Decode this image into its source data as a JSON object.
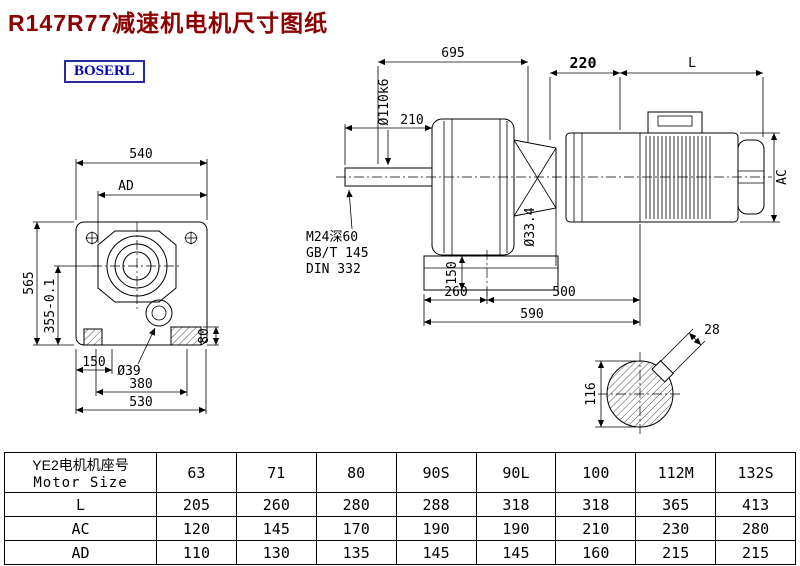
{
  "title": "R147R77减速机电机尺寸图纸",
  "logo": "BOSERL",
  "front_view": {
    "dim_top_width": "540",
    "dim_ad": "AD",
    "dim_height": "565",
    "dim_center_height": "355-0.1",
    "dim_pad": "80",
    "dim_foot": "150",
    "dim_hole": "Ø39",
    "dim_bolt_span": "380",
    "dim_base_width": "530"
  },
  "side_view": {
    "dim_total": "695",
    "dim_brake": "220",
    "dim_l": "L",
    "dim_shaft_dia": "Ø110k6",
    "dim_shaft_len": "210",
    "note_line1": "M24深60",
    "note_line2": "GB/T 145",
    "note_line3": "DIN 332",
    "dim_flange": "Ø33.4",
    "dim_foot_height": "150",
    "dim_foot_front": "260",
    "dim_foot_back": "500",
    "dim_foot_total": "590",
    "dim_ac": "AC"
  },
  "shaft_section": {
    "dim_key_width": "28",
    "dim_shaft": "116"
  },
  "table": {
    "header_line1": "YE2电机机座号",
    "header_line2": "Motor Size",
    "sizes": [
      "63",
      "71",
      "80",
      "90S",
      "90L",
      "100",
      "112M",
      "132S"
    ],
    "rows": [
      {
        "label": "L",
        "values": [
          "205",
          "260",
          "280",
          "288",
          "318",
          "318",
          "365",
          "413"
        ]
      },
      {
        "label": "AC",
        "values": [
          "120",
          "145",
          "170",
          "190",
          "190",
          "210",
          "230",
          "280"
        ]
      },
      {
        "label": "AD",
        "values": [
          "110",
          "130",
          "135",
          "145",
          "145",
          "160",
          "215",
          "215"
        ]
      }
    ]
  }
}
